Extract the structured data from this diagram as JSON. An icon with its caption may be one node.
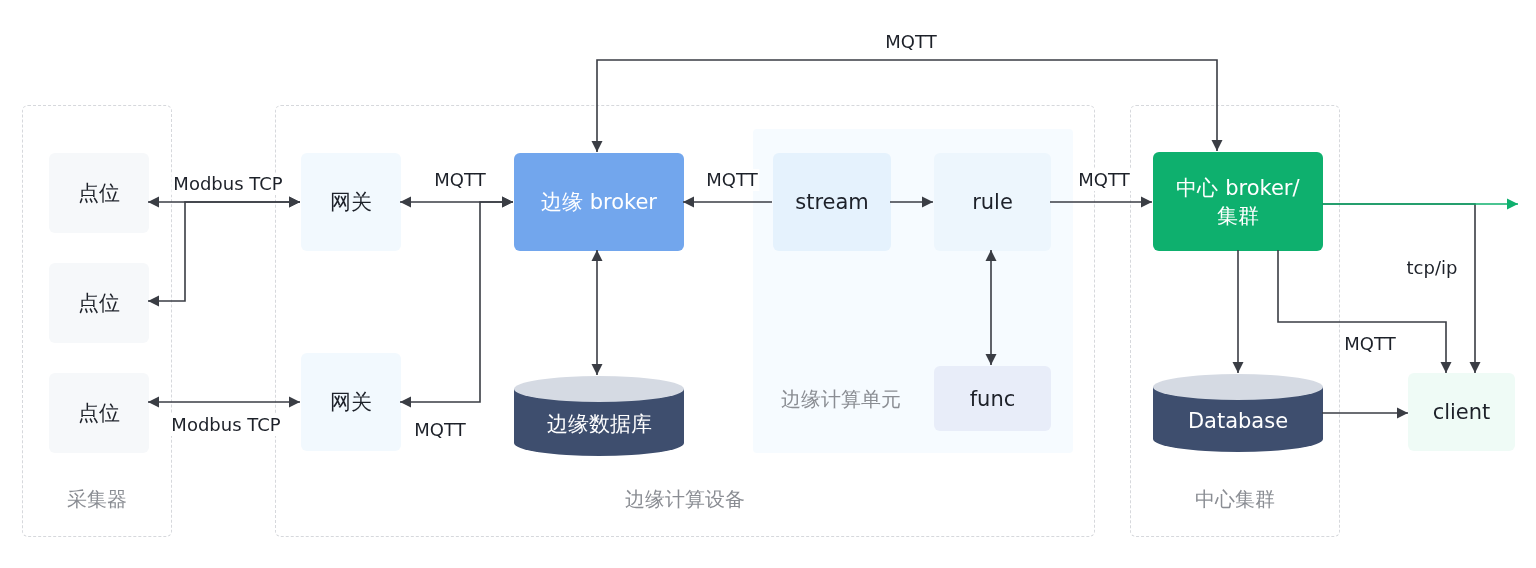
{
  "diagram": {
    "nodes": [
      {
        "text": [
          "采集器"
        ]
      },
      {
        "text": [
          "点位"
        ],
        "in": 0
      },
      {
        "text": [
          "点位"
        ],
        "in": 0
      },
      {
        "text": [
          "点位"
        ],
        "in": 0
      },
      {
        "text": [
          "边缘计算设备"
        ]
      },
      {
        "text": [
          "网关"
        ],
        "in": 4
      },
      {
        "text": [
          "网关"
        ],
        "in": 4
      },
      {
        "text": [
          "边缘 broker"
        ],
        "in": 4
      },
      {
        "text": [
          "边缘数据库"
        ],
        "in": 4
      },
      {
        "text": [
          "边缘计算单元"
        ],
        "in": 4
      },
      {
        "text": [
          "stream"
        ],
        "in": 9
      },
      {
        "text": [
          "rule"
        ],
        "in": 9
      },
      {
        "text": [
          "func"
        ],
        "in": 9
      },
      {
        "text": [
          "中心集群"
        ]
      },
      {
        "text": [
          "中心 broker/集群"
        ],
        "in": 13
      },
      {
        "text": [
          "Database"
        ],
        "in": 13
      },
      {
        "text": [
          "client"
        ]
      }
    ],
    "edges": [
      {
        "from": 1,
        "to": 5,
        "arrow": "both",
        "label": "Modbus TCP"
      },
      {
        "from": 5,
        "to": 2,
        "arrow": "both"
      },
      {
        "from": 3,
        "to": 6,
        "arrow": "both",
        "label": "Modbus TCP"
      },
      {
        "from": 5,
        "to": 7,
        "arrow": "both",
        "label": "MQTT"
      },
      {
        "from": 6,
        "to": 7,
        "arrow": "both",
        "label": "MQTT"
      },
      {
        "from": 10,
        "to": 7,
        "arrow": "to",
        "label": "MQTT"
      },
      {
        "from": 10,
        "to": 11,
        "arrow": "to"
      },
      {
        "from": 11,
        "to": 14,
        "arrow": "to",
        "label": "MQTT"
      },
      {
        "from": 11,
        "to": 12,
        "arrow": "both"
      },
      {
        "from": 7,
        "to": 8,
        "arrow": "both"
      },
      {
        "from": 7,
        "to": 14,
        "arrow": "both",
        "label": "MQTT"
      },
      {
        "from": 14,
        "to": 15,
        "arrow": "to"
      },
      {
        "from": 14,
        "to": 16,
        "arrow": "to",
        "label": "MQTT"
      },
      {
        "from": 14,
        "to": null,
        "arrow": "to",
        "color": "#0fb06e"
      },
      {
        "from": 14,
        "to": 16,
        "arrow": "to",
        "label": "tcp/ip"
      },
      {
        "from": 15,
        "to": 16,
        "arrow": "to"
      }
    ]
  }
}
